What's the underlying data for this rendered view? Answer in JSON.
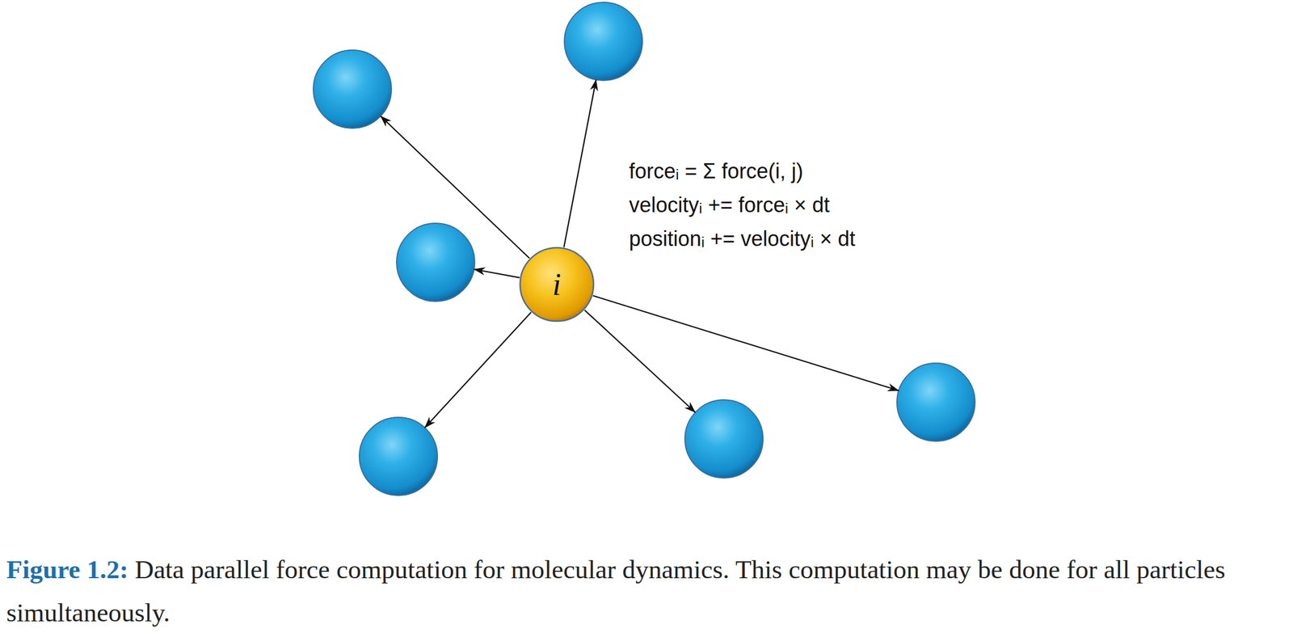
{
  "diagram": {
    "caption": "Figure 1.2: Data parallel force computation for molecular dynamics. This computation may be done for all particles simultaneously.",
    "nodes": [
      {
        "text": [
          "i"
        ]
      }
    ],
    "labels": [
      "forceᵢ = Σ force(i, j)",
      "velocityᵢ += forceᵢ × dt",
      "positionᵢ += velocityᵢ × dt"
    ]
  }
}
